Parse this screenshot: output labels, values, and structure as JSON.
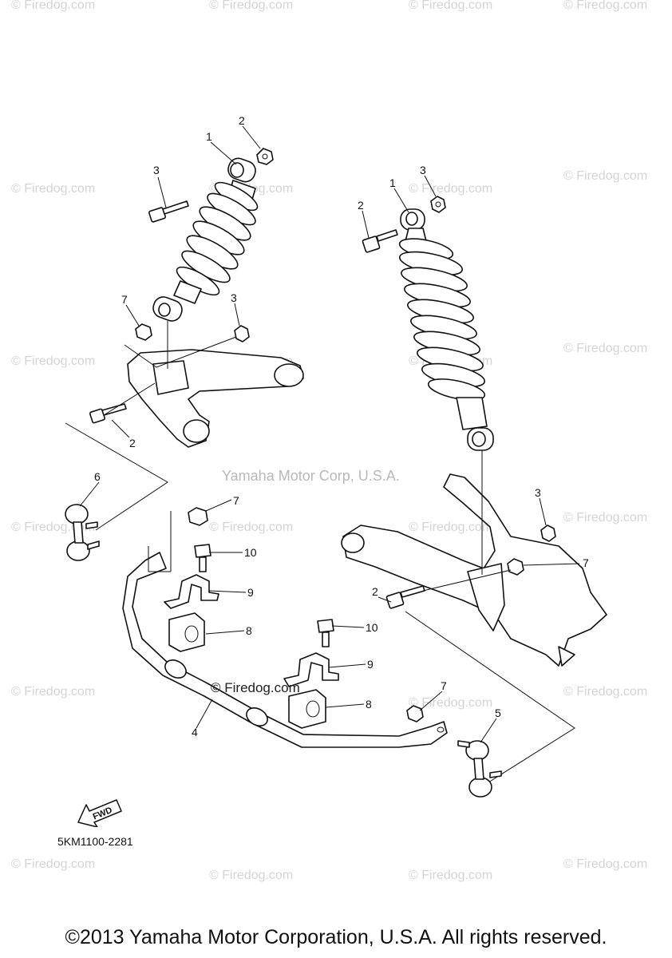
{
  "watermark": "© Firedog.com",
  "center_credit": "Yamaha Motor Corp, U.S.A.",
  "mid_watermark": "© Firedog.com",
  "part_code": "5KM1100-2281",
  "fwd_label": "FWD",
  "copyright": "©2013 Yamaha Motor Corporation, U.S.A. All rights reserved.",
  "callouts": {
    "c1": "1",
    "c2": "2",
    "c3": "3",
    "c4": "3",
    "c5": "7",
    "c6": "2",
    "c7": "1",
    "c8": "2",
    "c9": "3",
    "c10": "3",
    "c11": "7",
    "c12": "2",
    "c13": "6",
    "c14": "7",
    "c15": "10",
    "c16": "9",
    "c17": "8",
    "c18": "10",
    "c19": "9",
    "c20": "8",
    "c21": "4",
    "c22": "7",
    "c23": "5"
  }
}
